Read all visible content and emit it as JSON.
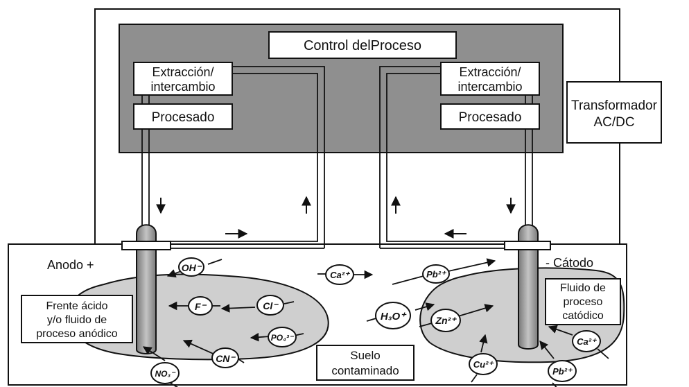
{
  "title": "Control delProceso",
  "left_extraction": [
    "Extracción/",
    "intercambio"
  ],
  "left_processing": "Procesado",
  "right_extraction": [
    "Extracción/",
    "intercambio"
  ],
  "right_processing": "Procesado",
  "transformer": [
    "Transformador",
    "AC/DC"
  ],
  "anode_label": "Anodo +",
  "cathode_label": "- Cátodo",
  "acid_front": [
    "Frente ácido",
    "y/o fluido de",
    "proceso anódico"
  ],
  "cathodic_fluid": [
    "Fluido de",
    "proceso",
    "catódico"
  ],
  "soil": [
    "Suelo",
    "contaminado"
  ],
  "ions": {
    "oh": "OH⁻",
    "f": "F⁻",
    "cl": "Cl⁻",
    "po4": "PO₄³⁻",
    "cn": "CN⁻",
    "no3": "NO₃⁻",
    "ca_middle": "Ca²⁺",
    "h3o": "H₃O⁺",
    "pb_top": "Pb²⁺",
    "zn": "Zn²⁺",
    "cu": "Cu²⁺",
    "pb_bottom": "Pb²⁺",
    "ca_right": "Ca²⁺"
  },
  "colors": {
    "panel_gray": "#8f8f8f",
    "zone_gray": "#cfcfcf",
    "electrode_gray": "#a6a6a6",
    "line": "#111111"
  }
}
